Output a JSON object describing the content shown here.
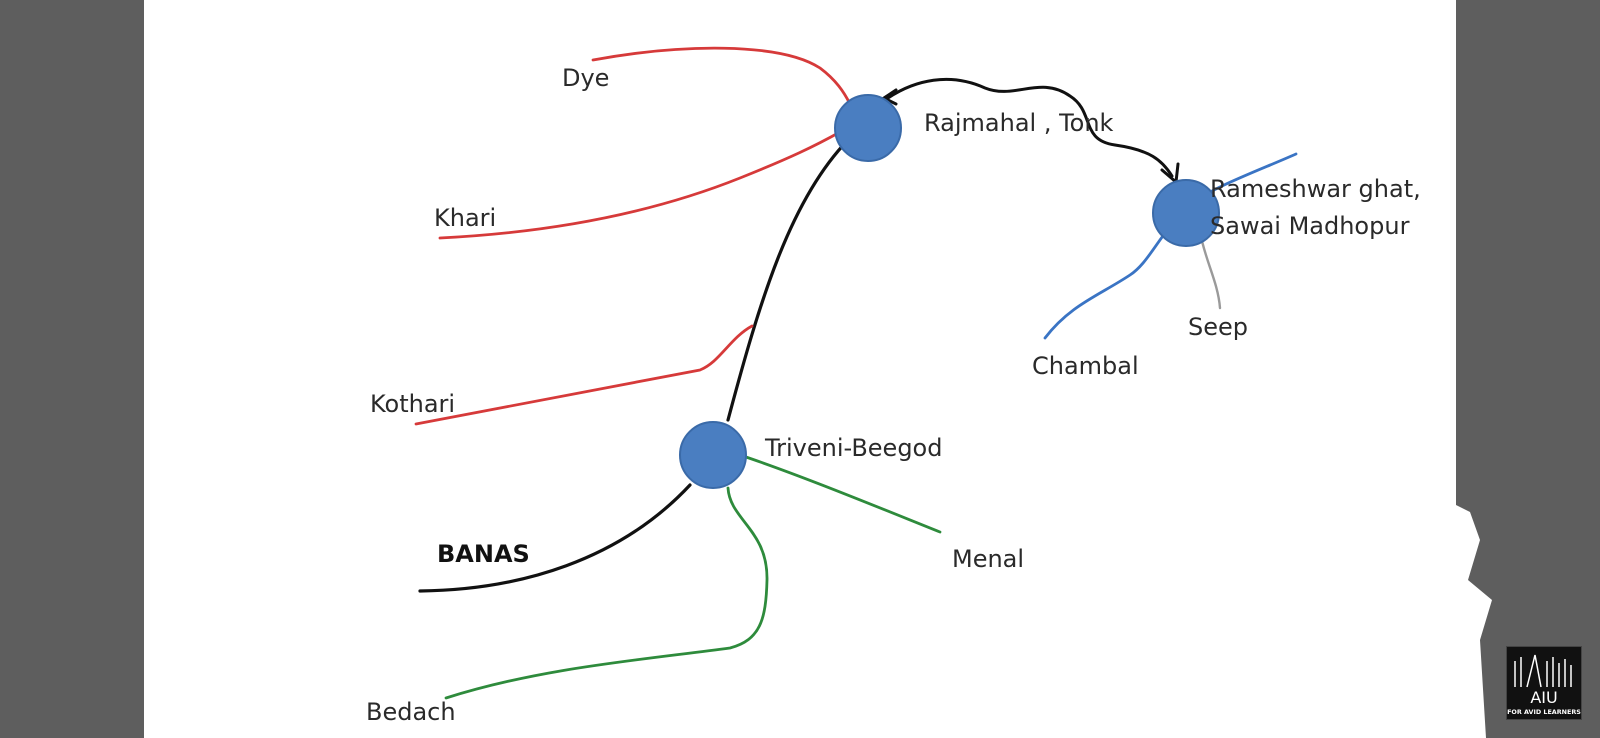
{
  "colors": {
    "outer_background": "#5e5e5e",
    "canvas": "#ffffff",
    "node_fill": "#4a7ec1",
    "node_stroke": "#3a6aa8",
    "banas_river": "#111111",
    "tributaries_upstream": "#d63a3a",
    "tributaries_triveni": "#2e8b3c",
    "chambal_river": "#3a74c4",
    "seep_river": "#9a9a9a"
  },
  "nodes": {
    "rajmahal": "Rajmahal , Tonk",
    "rameshwar_line1": "Rameshwar ghat,",
    "rameshwar_line2": "Sawai Madhopur",
    "triveni": "Triveni-Beegod"
  },
  "rivers": {
    "banas": "BANAS",
    "dye": "Dye",
    "khari": "Khari",
    "kothari": "Kothari",
    "menal": "Menal",
    "bedach": "Bedach",
    "chambal": "Chambal",
    "seep": "Seep"
  },
  "logo": {
    "letters": "AIU",
    "tagline": "FOR AVID LEARNERS"
  }
}
